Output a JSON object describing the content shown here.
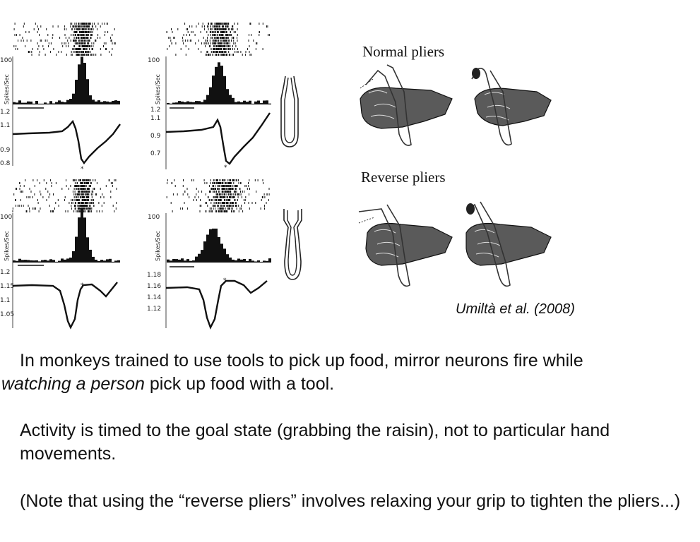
{
  "figure": {
    "labels": {
      "normal": "Normal pliers",
      "reverse": "Reverse pliers",
      "citation": "Umiltà et al. (2008)"
    },
    "ylabel": "Spikes/Sec",
    "panels": [
      {
        "id": "tl",
        "hist_max": "100",
        "ticks": [
          "1.2",
          "1.1",
          "0.9",
          "0.8"
        ]
      },
      {
        "id": "tr",
        "hist_max": "100",
        "ticks": [
          "1.2",
          "1.1",
          "0.9",
          "0.7"
        ]
      },
      {
        "id": "bl",
        "hist_max": "100",
        "ticks": [
          "1.2",
          "1.15",
          "1.1",
          "1.05"
        ]
      },
      {
        "id": "br",
        "hist_max": "100",
        "ticks": [
          "1.18",
          "1.16",
          "1.14",
          "1.12"
        ]
      }
    ]
  },
  "text": {
    "p1_a": "In monkeys trained to use tools to pick up food, mirror neurons fire while",
    "p1_b": "watching a person",
    "p1_c": " pick up food with a tool.",
    "p2": "Activity is timed to the goal state (grabbing the raisin), not to particular hand movements.",
    "p3": "(Note that using the “reverse pliers” involves relaxing your grip to tighten the pliers...)"
  }
}
